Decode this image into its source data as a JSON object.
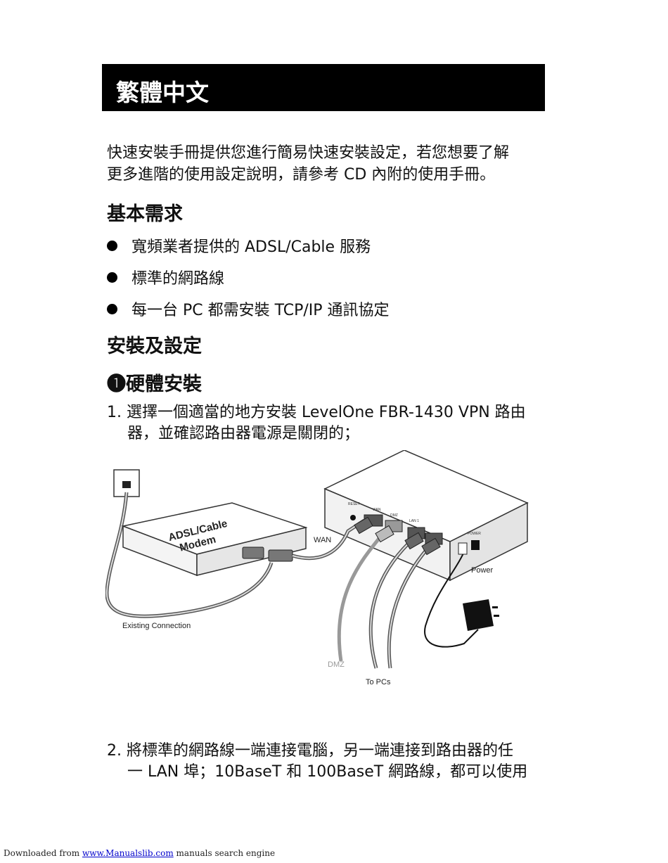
{
  "banner": {
    "title": "繁體中文"
  },
  "intro": {
    "line1": "快速安裝手冊提供您進行簡易快速安裝設定，若您想要了解",
    "line2": "更多進階的使用設定說明，請參考 CD 內附的使用手冊。"
  },
  "requirements": {
    "heading": "基本需求",
    "items": [
      "寬頻業者提供的 ADSL/Cable 服務",
      "標準的網路線",
      "每一台 PC 都需安裝 TCP/IP 通訊協定"
    ]
  },
  "install": {
    "heading": "安裝及設定",
    "hardware_heading": "❶硬體安裝",
    "step1": {
      "line1": "1. 選擇一個適當的地方安裝 LevelOne FBR-1430 VPN 路由",
      "line2": "器，並確認路由器電源是關閉的；"
    },
    "step2": {
      "line1": "2. 將標準的網路線一端連接電腦，另一端連接到路由器的任",
      "line2": "一 LAN 埠；10BaseT 和 100BaseT 網路線，都可以使用"
    }
  },
  "diagram": {
    "modem_label_1": "ADSL/Cable",
    "modem_label_2": "Modem",
    "wan_label": "WAN",
    "power_label": "Power",
    "existing_label": "Existing Connection",
    "dmz_label": "DMZ",
    "pcs_label": "To PCs",
    "port_reset": "RESET",
    "port_wan": "WAN",
    "port_dmz": "DMZ",
    "port_lan": "LAN 1",
    "port_power": "POWER"
  },
  "footer": {
    "prefix": "Downloaded from",
    "link": "www.Manualslib.com",
    "suffix": "manuals search engine"
  }
}
